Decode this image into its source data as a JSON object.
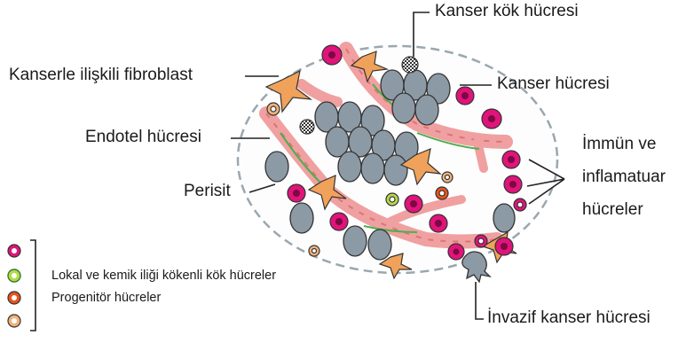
{
  "labels": {
    "cancer_stem_cell": "Kanser kök hücresi",
    "fibroblast": "Kanserle ilişkili fibroblast",
    "cancer_cell": "Kanser hücresi",
    "endothelial": "Endotel hücresi",
    "immune_line1": "İmmün ve",
    "immune_line2": "inflamatuar",
    "immune_line3": "hücreler",
    "pericyte": "Perisit",
    "invasive": "İnvazif kanser hücresi"
  },
  "legend": {
    "items": [
      {
        "color": "#e0147a",
        "ring": "#ffffff",
        "text": ""
      },
      {
        "color": "#b9d94a",
        "ring": "#2e7d32",
        "text": "Lokal ve kemik iliği kökenli kök hücreler"
      },
      {
        "color": "#e8541c",
        "ring": "#ffffff",
        "text": "Progenitör hücreler"
      },
      {
        "color": "#f2b27a",
        "ring": "#ffffff",
        "text": ""
      }
    ]
  },
  "colors": {
    "cancer_cell": "#8c9aa5",
    "vessel": "#f0a0a0",
    "fibroblast": "#f0a25a",
    "immune": "#e0147a",
    "boundary": "#9aa7b0"
  }
}
